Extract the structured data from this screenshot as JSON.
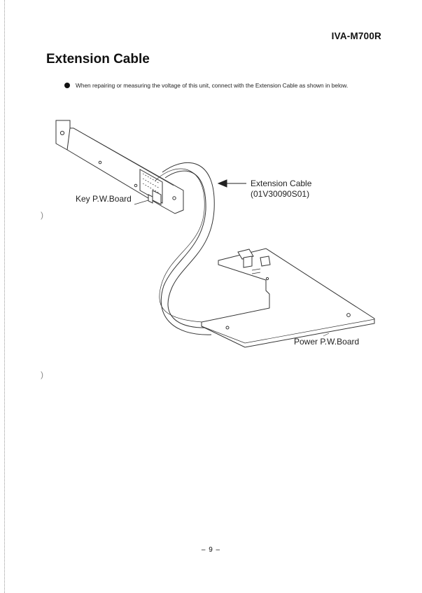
{
  "header": {
    "model": "IVA-M700R"
  },
  "section": {
    "title": "Extension Cable"
  },
  "note": {
    "text": "When repairing or measuring the voltage of this unit, connect with the Extension Cable as shown in below."
  },
  "figure": {
    "key_board_label": "Key P.W.Board",
    "cable_label": "Extension Cable",
    "cable_part_number": "(01V30090S01)",
    "power_board_label": "Power P.W.Board"
  },
  "footer": {
    "page_number": "– 9 –"
  },
  "colors": {
    "ink": "#111111",
    "line": "#333333",
    "page": "#ffffff"
  }
}
